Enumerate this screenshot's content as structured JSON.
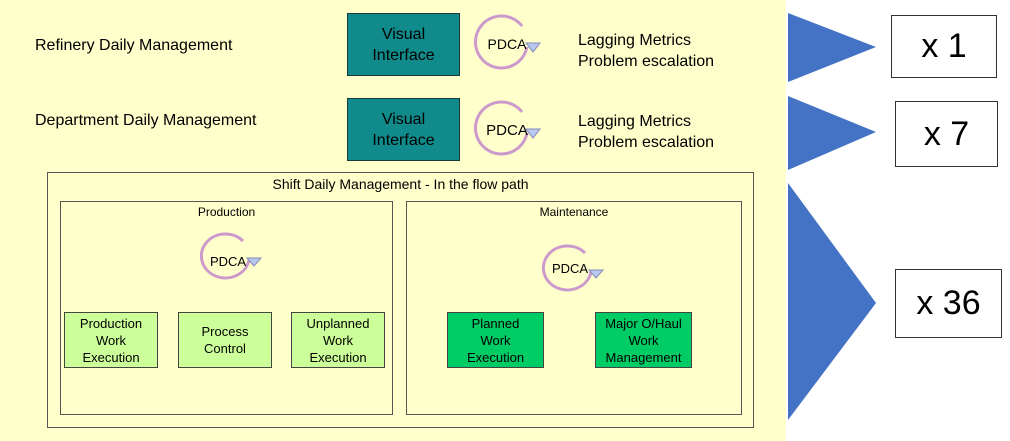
{
  "levels": [
    {
      "label": "Refinery Daily Management",
      "interface": [
        "Visual",
        "Interface"
      ],
      "pdca": "PDCA",
      "metrics": [
        "Lagging Metrics",
        "Problem escalation"
      ],
      "multiplier": "x 1"
    },
    {
      "label": "Department Daily Management",
      "interface": [
        "Visual",
        "Interface"
      ],
      "pdca": "PDCA",
      "metrics": [
        "Lagging Metrics",
        "Problem escalation"
      ],
      "multiplier": "x 7"
    }
  ],
  "shift": {
    "title": "Shift Daily Management - In the flow path",
    "multiplier": "x 36",
    "production": {
      "title": "Production",
      "pdca": "PDCA",
      "boxes": [
        [
          "Production",
          "Work",
          "Execution"
        ],
        [
          "Process",
          "Control"
        ],
        [
          "Unplanned",
          "Work",
          "Execution"
        ]
      ]
    },
    "maintenance": {
      "title": "Maintenance",
      "pdca": "PDCA",
      "boxes": [
        [
          "Planned",
          "Work",
          "Execution"
        ],
        [
          "Major O/Haul",
          "Work",
          "Management"
        ]
      ]
    }
  },
  "colors": {
    "panel": "#ffffcc",
    "teal": "#108a8a",
    "arrow": "#4472c4",
    "light_green": "#ccff99",
    "green": "#00cc66",
    "pdca_ring": "#cc99cc"
  }
}
